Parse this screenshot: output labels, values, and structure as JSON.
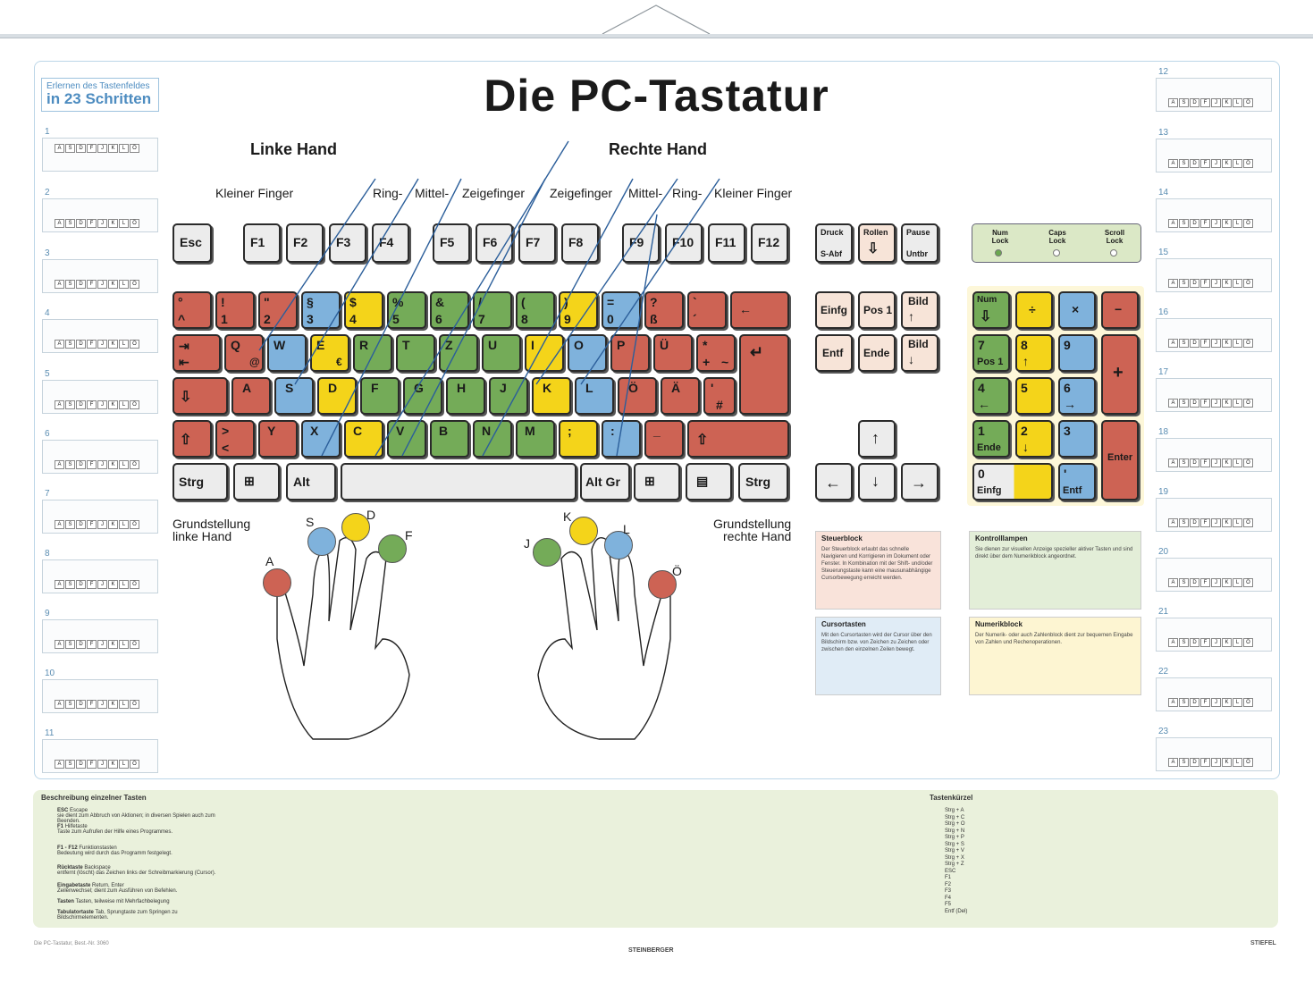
{
  "title": "Die PC-Tastatur",
  "side_caption": [
    "Erlernen des Tastenfeldes",
    "in 23 Schritten"
  ],
  "hands": {
    "left": "Linke Hand",
    "right": "Rechte Hand"
  },
  "finger_labels": [
    "Kleiner Finger",
    "Ring-",
    "Mittel-",
    "Zeigefinger",
    "Zeigefinger",
    "Mittel-",
    "Ring-",
    "Kleiner Finger"
  ],
  "home_position": {
    "left": [
      "Grundstellung",
      "linke Hand"
    ],
    "right": [
      "Grundstellung",
      "rechte Hand"
    ]
  },
  "fingertips": {
    "left": [
      "A",
      "S",
      "D",
      "F"
    ],
    "right": [
      "J",
      "K",
      "L",
      "Ö"
    ]
  },
  "keys": {
    "esc": "Esc",
    "f": [
      "F1",
      "F2",
      "F3",
      "F4",
      "F5",
      "F6",
      "F7",
      "F8",
      "F9",
      "F10",
      "F11",
      "F12"
    ],
    "sys": [
      "Druck",
      "S-Abf",
      "Rollen",
      "Pause",
      "Untbr"
    ],
    "num_row": [
      [
        "°",
        "^"
      ],
      [
        "!",
        "1"
      ],
      [
        "\"",
        "2"
      ],
      [
        "§",
        "3"
      ],
      [
        "$",
        "4"
      ],
      [
        "%",
        "5"
      ],
      [
        "&",
        "6"
      ],
      [
        "/",
        "7"
      ],
      [
        "(",
        "8"
      ],
      [
        ")",
        "9"
      ],
      [
        "=",
        "0"
      ],
      [
        "?",
        "ß"
      ],
      [
        "`",
        "´"
      ]
    ],
    "q_row": [
      "Q",
      "W",
      "E",
      "R",
      "T",
      "Z",
      "U",
      "I",
      "O",
      "P",
      "Ü",
      "*"
    ],
    "a_row": [
      "A",
      "S",
      "D",
      "F",
      "G",
      "H",
      "J",
      "K",
      "L",
      "Ö",
      "Ä",
      "'"
    ],
    "y_row": [
      "Y",
      "X",
      "C",
      "V",
      "B",
      "N",
      "M",
      ";",
      ":",
      "_"
    ],
    "q_row_sub": [
      "@",
      "€",
      "+",
      "~"
    ],
    "mod": [
      "Strg",
      "Alt",
      "Alt Gr",
      "Strg"
    ],
    "nav": [
      "Einfg",
      "Pos 1",
      "Bild",
      "Entf",
      "Ende",
      "Bild"
    ],
    "locks": [
      "Num Lock",
      "Caps Lock",
      "Scroll Lock"
    ],
    "numpad": [
      "Num",
      "÷",
      "×",
      "−",
      "7",
      "Pos 1",
      "8",
      "9",
      "+",
      "4",
      "5",
      "6",
      "1",
      "Ende",
      "2",
      "3",
      "Enter",
      "0",
      "Einfg",
      "Entf"
    ]
  },
  "steps_left": [
    "1",
    "2",
    "3",
    "4",
    "5",
    "6",
    "7",
    "8",
    "9",
    "10",
    "11"
  ],
  "steps_right": [
    "12",
    "13",
    "14",
    "15",
    "16",
    "17",
    "18",
    "19",
    "20",
    "21",
    "22",
    "23"
  ],
  "step_keys": [
    "A",
    "S",
    "D",
    "F",
    "J",
    "K",
    "L",
    "Ö"
  ],
  "info": {
    "steuerblock": {
      "title": "Steuerblock",
      "text": "Der Steuerblock erlaubt das schnelle Navigieren und Korrigieren im Dokument oder Fenster. In Kombination mit der Shift- und/oder Steuerungstaste kann eine mausunabhängige Cursorbewegung erreicht werden."
    },
    "kontrolllampen": {
      "title": "Kontrolllampen",
      "text": "Sie dienen zur visuellen Anzeige spezieller aktiver Tasten und sind direkt über dem Numerikblock angeordnet."
    },
    "cursortasten": {
      "title": "Cursortasten",
      "text": "Mit den Cursortasten wird der Cursor über den Bildschirm bzw. von Zeichen zu Zeichen oder zwischen den einzelnen Zeilen bewegt."
    },
    "numerikblock": {
      "title": "Numerikblock",
      "text": "Der Numerik- oder auch Zahlenblock dient zur bequemen Eingabe von Zahlen und Rechenoperationen."
    }
  },
  "legend": {
    "title_left": "Beschreibung einzelner Tasten",
    "title_right": "Tastenkürzel",
    "rows": [
      [
        "ESC",
        "Escape",
        "sie dient zum Abbruch von Aktionen; in diversen Spielen auch zum Beenden."
      ],
      [
        "F1",
        "Hilfetaste",
        "Taste zum Aufrufen der Hilfe eines Programmes."
      ],
      [
        "F1 - F12",
        "Funktionstasten",
        "Bedeutung wird durch das Programm festgelegt."
      ],
      [
        "Rücktaste",
        "Backspace",
        "entfernt (löscht) das Zeichen links der Schreibmarkierung (Cursor)."
      ],
      [
        "Eingabetaste",
        "Return, Enter",
        "Zeilenwechsel; dient zum Ausführen von Befehlen."
      ],
      [
        "Tasten",
        "",
        "Tasten, teilweise mit Mehrfachbelegung"
      ],
      [
        "Tabulatortaste",
        "Tab, Sprungtaste",
        "zum Springen zu Bildschirmelementen."
      ]
    ],
    "shortcuts": [
      "Strg + A",
      "Strg + C",
      "Strg + O",
      "Strg + N",
      "Strg + P",
      "Strg + S",
      "Strg + V",
      "Strg + X",
      "Strg + Z",
      "ESC",
      "F1",
      "F2",
      "F3",
      "F4",
      "F5",
      "Entf (Del)"
    ]
  },
  "footer": [
    "Die PC-Tastatur, Best.-Nr. 3060",
    "STEINBERGER",
    "STIEFEL"
  ]
}
